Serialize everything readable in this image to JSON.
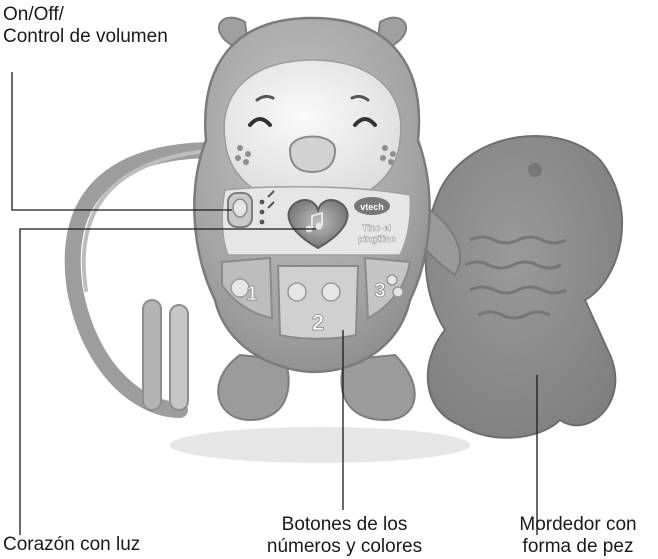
{
  "labels": {
    "power": {
      "line1": "On/Off/",
      "line2": "Control de volumen"
    },
    "heart": {
      "line1": "Corazón con luz"
    },
    "buttons": {
      "line1": "Botones de los",
      "line2": "números y colores"
    },
    "teether": {
      "line1": "Mordedor con",
      "line2": "forma de pez"
    }
  },
  "toy": {
    "brand": "vtech",
    "name_line1": "Tino el",
    "name_line2": "pingüino",
    "button_numbers": [
      "1",
      "2",
      "3"
    ]
  },
  "colors": {
    "body": "#a4a4a4",
    "body_dark": "#8c8c8c",
    "face": "#ececec",
    "panel": "#d7d7d7",
    "teether": "#8a8a8a",
    "leader": "#1a1a1a"
  }
}
